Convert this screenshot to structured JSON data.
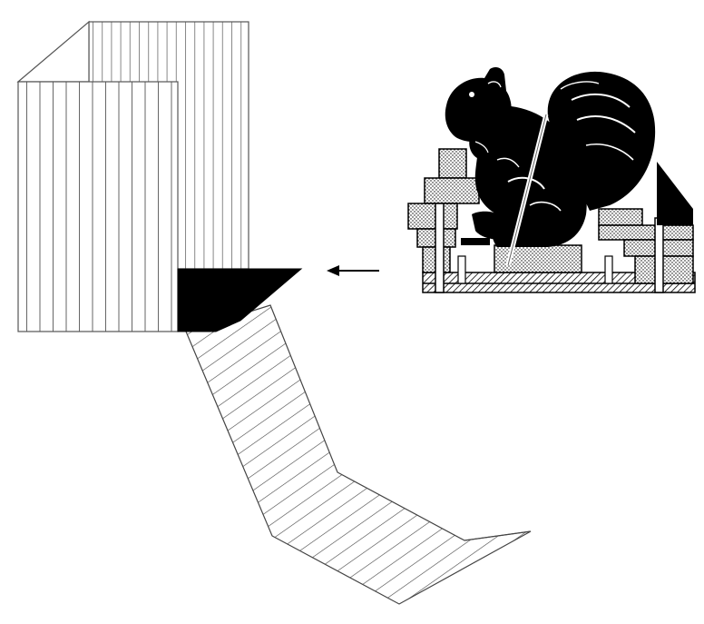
{
  "diagram": {
    "stroke_color": "#555555",
    "fill_dark": "#000000",
    "background": "#ffffff",
    "components": [
      {
        "id": "box-back-panel",
        "icon": "vertical-stripe-panel"
      },
      {
        "id": "box-front-panel",
        "icon": "vertical-stripe-panel"
      },
      {
        "id": "black-chute-opening",
        "icon": "solid-black-wedge"
      },
      {
        "id": "hatched-ramp",
        "icon": "diagonal-hatched-ramp"
      },
      {
        "id": "arrow",
        "icon": "left-arrow"
      },
      {
        "id": "squirrel",
        "icon": "squirrel-on-blocks-clipart"
      }
    ]
  }
}
